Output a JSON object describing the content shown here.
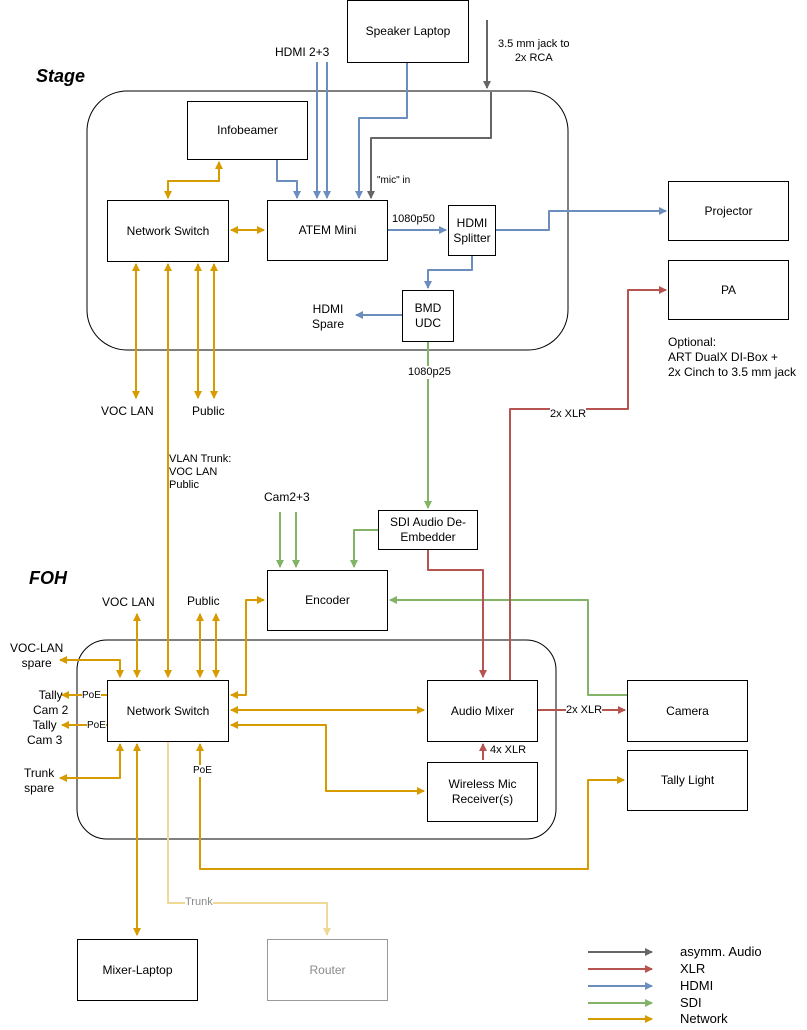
{
  "colors": {
    "audio": "#666666",
    "xlr": "#b85450",
    "hdmi": "#6c8ebf",
    "sdi": "#82b366",
    "network": "#d79b00",
    "trunk_faded": "#f0d896"
  },
  "areas": {
    "stage": "Stage",
    "foh": "FOH"
  },
  "nodes": {
    "speaker_laptop": "Speaker Laptop",
    "infobeamer": "Infobeamer",
    "atem_mini": "ATEM Mini",
    "stage_switch": "Network Switch",
    "hdmi_splitter": "HDMI Splitter",
    "projector": "Projector",
    "pa": "PA",
    "bmd_udc": "BMD UDC",
    "sdi_deembedder": "SDI Audio De-Embedder",
    "encoder": "Encoder",
    "foh_switch": "Network Switch",
    "audio_mixer": "Audio Mixer",
    "camera": "Camera",
    "wireless_mic": "Wireless Mic Receiver(s)",
    "tally_light": "Tally Light",
    "mixer_laptop": "Mixer-Laptop",
    "router": "Router"
  },
  "labels": {
    "hdmi_2_3": "HDMI 2+3",
    "jack_to_rca": "3.5 mm jack to\n2x RCA",
    "mic_in": "\"mic\" in",
    "res_1080p50": "1080p50",
    "hdmi_spare": "HDMI\nSpare",
    "res_1080p25": "1080p25",
    "optional_note": "Optional:\nART DualX DI-Box +\n2x Cinch to 3.5 mm jack",
    "xlr_2x_pa": "2x XLR",
    "voc_lan_stage": "VOC LAN",
    "public_stage": "Public",
    "vlan_trunk": "VLAN Trunk:\nVOC LAN\nPublic",
    "cam2_3": "Cam2+3",
    "voc_lan_foh": "VOC LAN",
    "public_foh": "Public",
    "voc_lan_spare": "VOC-LAN\nspare",
    "tally_cam2": "Tally\nCam 2",
    "tally_cam3": "Tally\nCam 3",
    "trunk_spare": "Trunk\nspare",
    "poe_1": "PoE",
    "poe_2": "PoE",
    "poe_3": "PoE",
    "xlr_2x_cam": "2x XLR",
    "xlr_4x": "4x XLR",
    "trunk": "Trunk"
  },
  "legend": [
    {
      "label": "asymm. Audio",
      "color": "#666666"
    },
    {
      "label": "XLR",
      "color": "#b85450"
    },
    {
      "label": "HDMI",
      "color": "#6c8ebf"
    },
    {
      "label": "SDI",
      "color": "#82b366"
    },
    {
      "label": "Network",
      "color": "#d79b00"
    }
  ]
}
